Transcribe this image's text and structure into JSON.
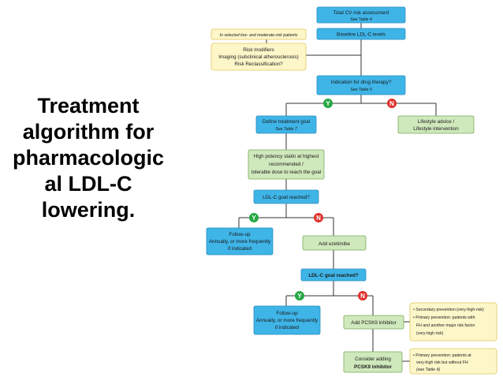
{
  "title": {
    "lines": [
      "Treatment",
      "algorithm for",
      "pharmacologic",
      "al LDL-C",
      "lowering."
    ]
  },
  "flow": {
    "total_cv": "Total CV risk assessment",
    "total_cv_ref": "See Table 4",
    "baseline": "Baseline LDL-C levels",
    "selected_note": "In selected low- and moderate-risk patients",
    "modifiers_1": "Risk modifiers",
    "modifiers_2": "Imaging (subclinical atherosclerosis)",
    "modifiers_3": "Risk Reclassification?",
    "indication": "Indication for drug therapy?",
    "indication_ref": "See Table 5",
    "define_goal": "Define treatment goal",
    "define_goal_ref": "See Table 7",
    "lifestyle_1": "Lifestyle advice /",
    "lifestyle_2": "Lifestyle intervention",
    "statin_1": "High potency statin at highest",
    "statin_2": "recommended /",
    "statin_3": "tolerable dose to reach the goal",
    "goal_reached_1": "LDL-C goal reached?",
    "followup1_1": "Follow-up",
    "followup1_2": "Annually, or more frequently",
    "followup1_3": "if indicated",
    "ezetimibe": "Add ezetimibe",
    "goal_reached_2": "LDL-C goal reached?",
    "followup2_1": "Follow-up",
    "followup2_2": "Annually, or more frequently",
    "followup2_3": "if indicated",
    "pcsk9": "Add PCSK9 inhibitor",
    "note1_1": "• Secondary prevention (very-high-risk)",
    "note1_2": "• Primary prevention: patients with",
    "note1_3": "FH and another major risk factor",
    "note1_4": "(very-high risk)",
    "consider_1": "Consider adding",
    "consider_2": "PCSK9 inhibitor",
    "note2_1": "• Primary prevention: patients at",
    "note2_2": "very-high risk but without FH",
    "note2_3": "(see Table 4)",
    "yes": "Y",
    "no": "N"
  },
  "colors": {
    "blue_box": "#3fb4e7",
    "green_box": "#cfe8bc",
    "yellow_box": "#fdf6c9",
    "yes_circle": "#27a844",
    "no_circle": "#e0312b"
  }
}
